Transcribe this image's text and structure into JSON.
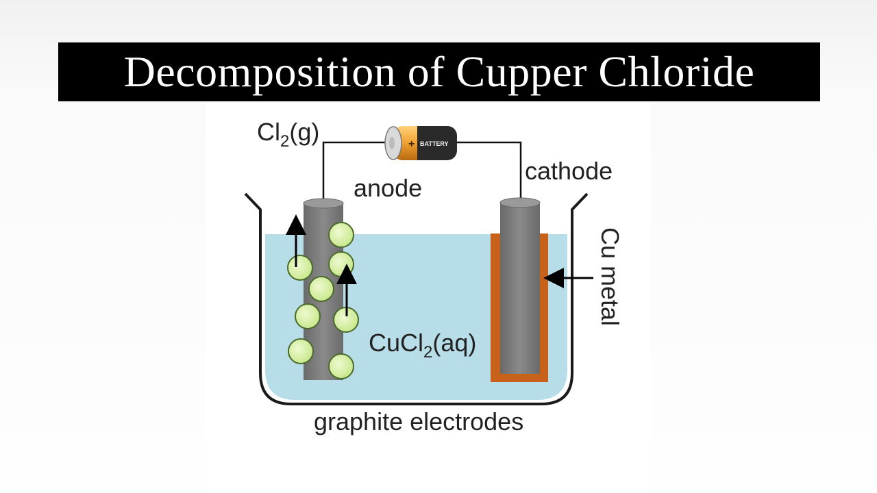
{
  "title": "Decomposition of Cupper Chloride",
  "labels": {
    "gas": "Cl",
    "gas_sub": "2",
    "gas_state": "(g)",
    "anode": "anode",
    "cathode": "cathode",
    "metal": "Cu metal",
    "solution": "CuCl",
    "solution_sub": "2",
    "solution_state": "(aq)",
    "electrodes": "graphite electrodes",
    "battery": "BATTERY",
    "battery_plus": "+"
  },
  "colors": {
    "title_bg": "#000000",
    "title_text": "#ffffff",
    "electrolyte": "#b7dde8",
    "electrode": "#7a7a7a",
    "copper": "#c8621a",
    "bubble": "#d9f0a8",
    "battery_body": "#f0a030"
  }
}
